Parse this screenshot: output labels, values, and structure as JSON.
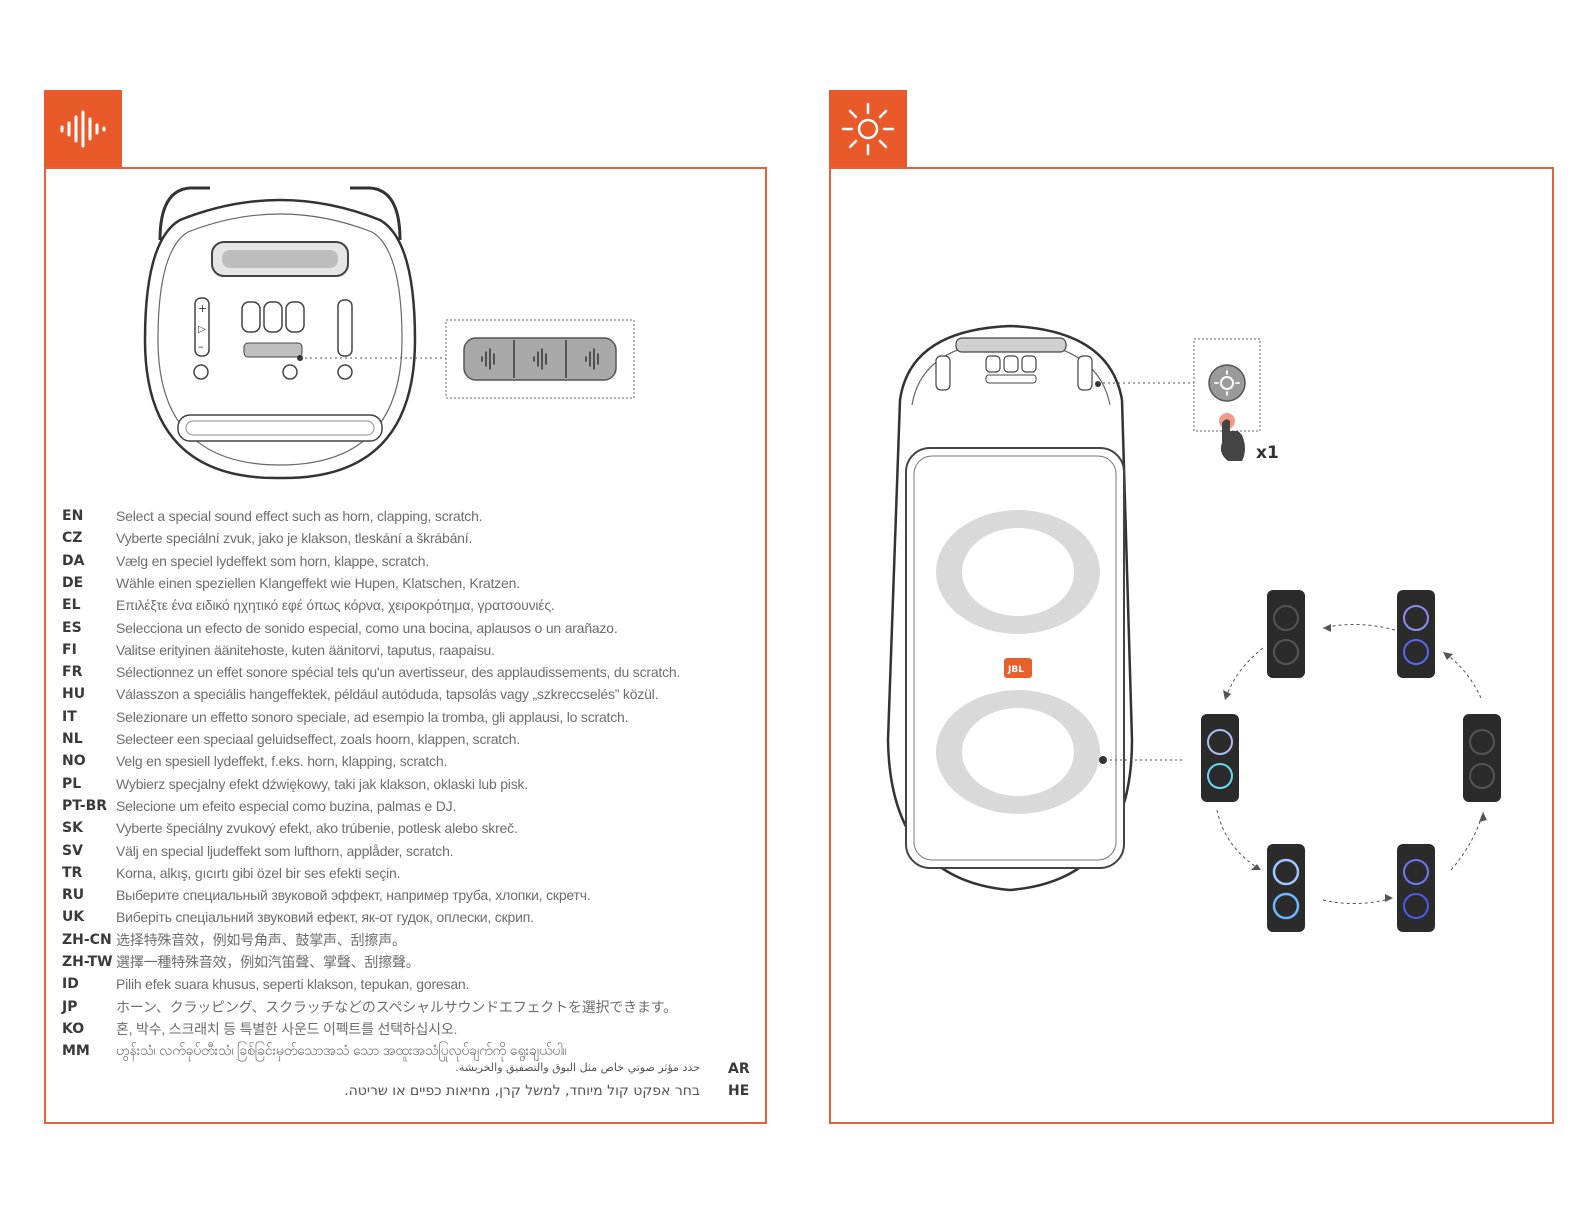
{
  "left_panel": {
    "badge_icon": "sound-effect-icon",
    "illustration": "speaker-top-view-with-sound-effect-buttons",
    "languages": [
      {
        "code": "EN",
        "text": "Select a special sound effect such as horn, clapping, scratch."
      },
      {
        "code": "CZ",
        "text": "Vyberte speciální zvuk, jako je klakson, tleskání a škrábání."
      },
      {
        "code": "DA",
        "text": "Vælg en speciel lydeffekt som horn, klappe, scratch."
      },
      {
        "code": "DE",
        "text": "Wähle einen speziellen Klangeffekt wie Hupen, Klatschen, Kratzen."
      },
      {
        "code": "EL",
        "text": "Επιλέξτε ένα ειδικό ηχητικό εφέ όπως κόρνα, χειροκρότημα, γρατσουνιές."
      },
      {
        "code": "ES",
        "text": "Selecciona un efecto de sonido especial, como una bocina, aplausos o un arañazo."
      },
      {
        "code": "FI",
        "text": "Valitse erityinen äänitehoste, kuten äänitorvi, taputus, raapaisu."
      },
      {
        "code": "FR",
        "text": "Sélectionnez un effet sonore spécial tels qu'un avertisseur, des applaudissements, du scratch."
      },
      {
        "code": "HU",
        "text": "Válasszon a speciális hangeffektek, például autóduda, tapsolás vagy „szkreccselés” közül."
      },
      {
        "code": "IT",
        "text": "Selezionare un effetto sonoro speciale, ad esempio la tromba, gli applausi, lo scratch."
      },
      {
        "code": "NL",
        "text": "Selecteer een speciaal geluidseffect, zoals hoorn, klappen, scratch."
      },
      {
        "code": "NO",
        "text": "Velg en spesiell lydeffekt, f.eks. horn, klapping, scratch."
      },
      {
        "code": "PL",
        "text": "Wybierz specjalny efekt dźwiękowy, taki jak klakson, oklaski lub pisk."
      },
      {
        "code": "PT-BR",
        "text": "Selecione um efeito especial como buzina, palmas e DJ."
      },
      {
        "code": "SK",
        "text": "Vyberte špeciálny zvukový efekt, ako trúbenie, potlesk alebo skreč."
      },
      {
        "code": "SV",
        "text": "Välj en special ljudeffekt som lufthorn, applåder, scratch."
      },
      {
        "code": "TR",
        "text": "Korna, alkış, gıcırtı gibi özel bir ses efekti seçin."
      },
      {
        "code": "RU",
        "text": "Выберите специальный звуковой эффект, например труба, хлопки, скретч."
      },
      {
        "code": "UK",
        "text": "Виберіть спеціальний звуковий ефект, як-от гудок, оплески, скрип."
      },
      {
        "code": "ZH-CN",
        "text": "选择特殊音效，例如号角声、鼓掌声、刮擦声。"
      },
      {
        "code": "ZH-TW",
        "text": "選擇一種特殊音效，例如汽笛聲、掌聲、刮擦聲。"
      },
      {
        "code": "ID",
        "text": "Pilih efek suara khusus, seperti klakson, tepukan, goresan."
      },
      {
        "code": "JP",
        "text": "ホーン、クラッピング、スクラッチなどのスペシャルサウンドエフェクトを選択できます。"
      },
      {
        "code": "KO",
        "text": "혼, 박수, 스크래치 등 특별한 사운드 이펙트를 선택하십시오."
      },
      {
        "code": "MM",
        "text": "ဟွန်းသံ၊ လက်ခုပ်တီးသံ၊ ခြစ်ခြင်းမှတ်သောအသံ သော အထူးအသံပြုလုပ်ချက်ကို ရွေးချယ်ပါ။"
      }
    ],
    "rtl_languages": [
      {
        "code": "AR",
        "text": "حدد مؤثر صوتي خاص مثل البوق والتصفيق والخربشة."
      },
      {
        "code": "HE",
        "text": "בחר אפקט קול מיוחד, למשל קרן, מחיאות כפיים או שריטה."
      }
    ]
  },
  "right_panel": {
    "badge_icon": "light-icon",
    "illustration": "speaker-front-view-light-modes",
    "press_count": "x1"
  },
  "colors": {
    "accent": "#e85a2a",
    "jbl_logo": "#e8602c"
  }
}
